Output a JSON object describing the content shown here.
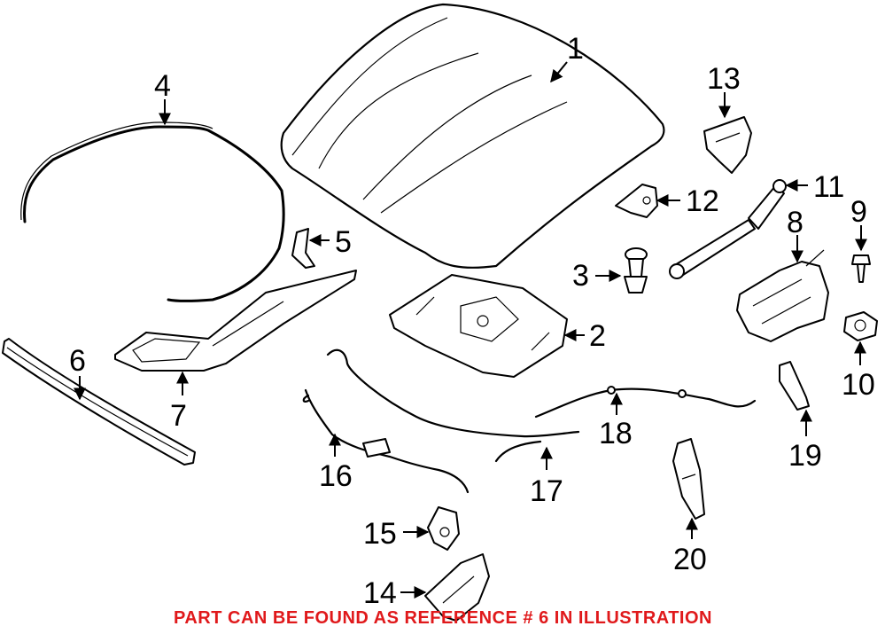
{
  "caption": "PART CAN BE FOUND AS REFERENCE # 6 IN ILLUSTRATION",
  "callouts": {
    "c1": "1",
    "c2": "2",
    "c3": "3",
    "c4": "4",
    "c5": "5",
    "c6": "6",
    "c7": "7",
    "c8": "8",
    "c9": "9",
    "c10": "10",
    "c11": "11",
    "c12": "12",
    "c13": "13",
    "c14": "14",
    "c15": "15",
    "c16": "16",
    "c17": "17",
    "c18": "18",
    "c19": "19",
    "c20": "20"
  },
  "colors": {
    "caption": "#e0191b",
    "line": "#000000",
    "background": "#ffffff"
  }
}
